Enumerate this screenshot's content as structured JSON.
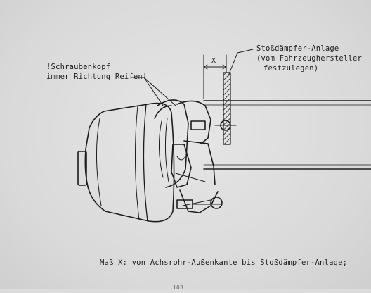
{
  "annotations": {
    "screw_head_note": {
      "line1": "!Schraubenkopf",
      "line2": "immer Richtung Reifen!"
    },
    "shock_absorber_note": {
      "line1": "Stoßdämpfer-Anlage",
      "line2": "(vom Fahrzeughersteller",
      "line3": "festzulegen)"
    },
    "dimension_label": "X",
    "caption": "Maß X: von Achsrohr-Außenkante bis Stoßdämpfer-Anlage;",
    "page_number": "103"
  },
  "colors": {
    "line": "#1c1c1c",
    "background": "#dcdcdc"
  }
}
